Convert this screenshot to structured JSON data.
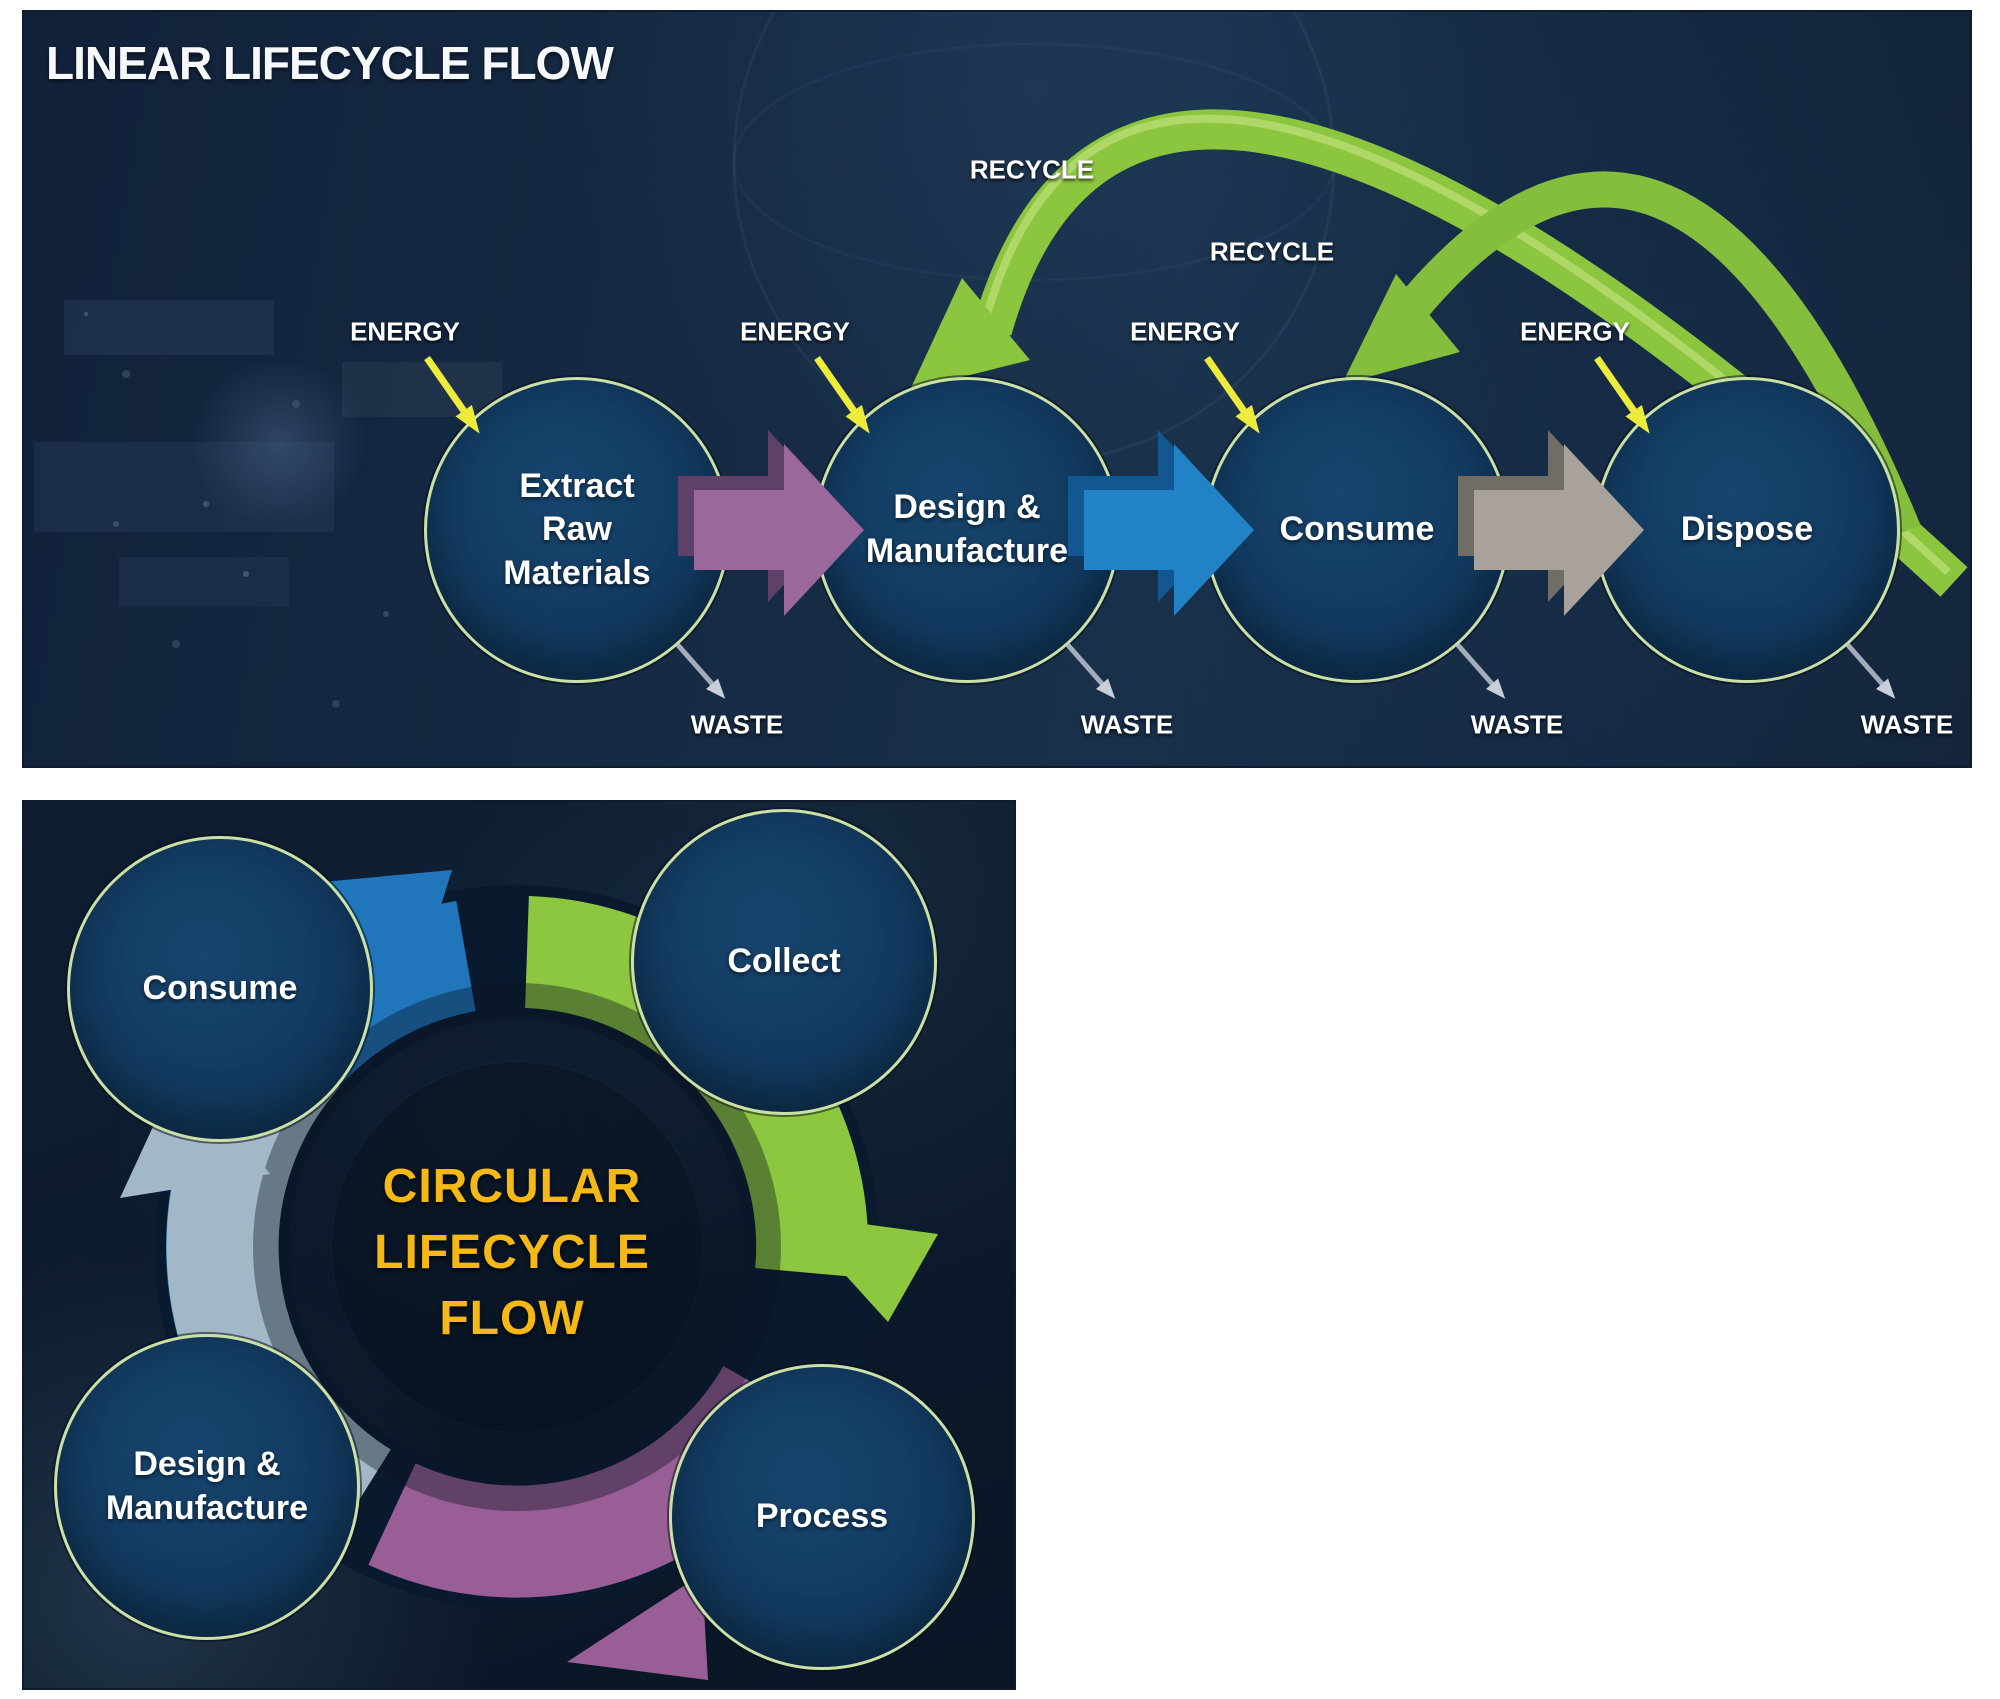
{
  "linear_panel": {
    "title": "LINEAR LIFECYCLE FLOW",
    "labels": {
      "energy": "ENERGY",
      "waste": "WASTE",
      "recycle": "RECYCLE"
    },
    "stages": [
      {
        "lines": [
          "Extract",
          "Raw",
          "Materials"
        ]
      },
      {
        "lines": [
          "Design &",
          "Manufacture"
        ]
      },
      {
        "lines": [
          "Consume"
        ]
      },
      {
        "lines": [
          "Dispose"
        ]
      }
    ],
    "colors": {
      "panel_bg": "#13263C",
      "circle_fill": "#123A60",
      "circle_border": "#CBE0A6",
      "arrow_purple": "#9A689A",
      "arrow_blue": "#2182C6",
      "arrow_gray": "#A8A29A",
      "recycle_green": "#8CC63F",
      "energy_yellow": "#EDEB3B",
      "text": "#FFFFFF"
    }
  },
  "circular_panel": {
    "title_lines": [
      "CIRCULAR",
      "LIFECYCLE",
      "FLOW"
    ],
    "title_color": "#F5B915",
    "stages": [
      {
        "lines": [
          "Consume"
        ]
      },
      {
        "lines": [
          "Collect"
        ]
      },
      {
        "lines": [
          "Process"
        ]
      },
      {
        "lines": [
          "Design &",
          "Manufacture"
        ]
      }
    ],
    "ring_colors": {
      "blue": "#2176BB",
      "green": "#8DC63F",
      "purple": "#995E96",
      "steel": "#A3B8C6"
    }
  }
}
